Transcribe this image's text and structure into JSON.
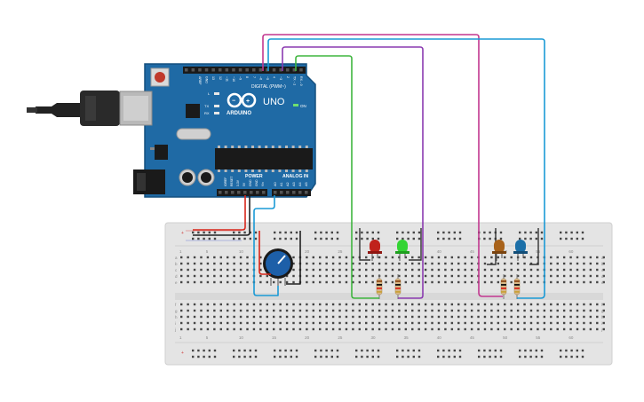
{
  "arduino": {
    "brand": "ARDUINO",
    "model": "UNO",
    "digital_header_label": "DIGITAL (PWM~)",
    "power_header_label": "POWER",
    "analog_header_label": "ANALOG IN",
    "on_label": "ON",
    "l_label": "L",
    "tx_label": "TX",
    "rx_label": "RX",
    "aref_label": "AREF",
    "gnd_label": "GND",
    "digital_pins": [
      "13",
      "12",
      "~11",
      "~10",
      "~9",
      "8",
      "7",
      "~6",
      "~5",
      "4",
      "~3",
      "2",
      "TX→1",
      "RX←0"
    ],
    "power_pins": [
      "IOREF",
      "RESET",
      "3.3V",
      "5V",
      "GND",
      "GND",
      "Vin"
    ],
    "analog_pins": [
      "A0",
      "A1",
      "A2",
      "A3",
      "A4",
      "A5"
    ]
  },
  "breadboard": {
    "row_letters_top": [
      "a",
      "b",
      "c",
      "d",
      "e"
    ],
    "row_letters_bottom": [
      "f",
      "g",
      "h",
      "i",
      "j"
    ],
    "column_numbers": [
      "1",
      "5",
      "10",
      "15",
      "20",
      "25",
      "30",
      "35",
      "40",
      "45",
      "50",
      "55",
      "60"
    ],
    "top_visible_column_numbers": [
      "1",
      "5",
      "10",
      "15",
      "20",
      "25",
      "30",
      "35",
      "40",
      "45",
      "50",
      "55",
      "60"
    ]
  },
  "components": {
    "leds": [
      {
        "id": "led-red",
        "color": "#c0221b"
      },
      {
        "id": "led-green",
        "color": "#2fcf2f"
      },
      {
        "id": "led-orange",
        "color": "#a8621a"
      },
      {
        "id": "led-blue",
        "color": "#1b6fa8"
      }
    ],
    "potentiometer": {
      "id": "potentiometer",
      "color": "#1d5fa8"
    }
  },
  "wires": {
    "colors": {
      "magenta": "#c2378f",
      "cyan": "#1a9ad6",
      "purple": "#8a3ab0",
      "green": "#3fb53f",
      "red": "#d7261b",
      "black": "#222222"
    }
  },
  "colors": {
    "board_blue": "#1f6aa5",
    "board_dark": "#15507f",
    "breadboard": "#e6e6e6",
    "breadboard_hole": "#454545"
  }
}
